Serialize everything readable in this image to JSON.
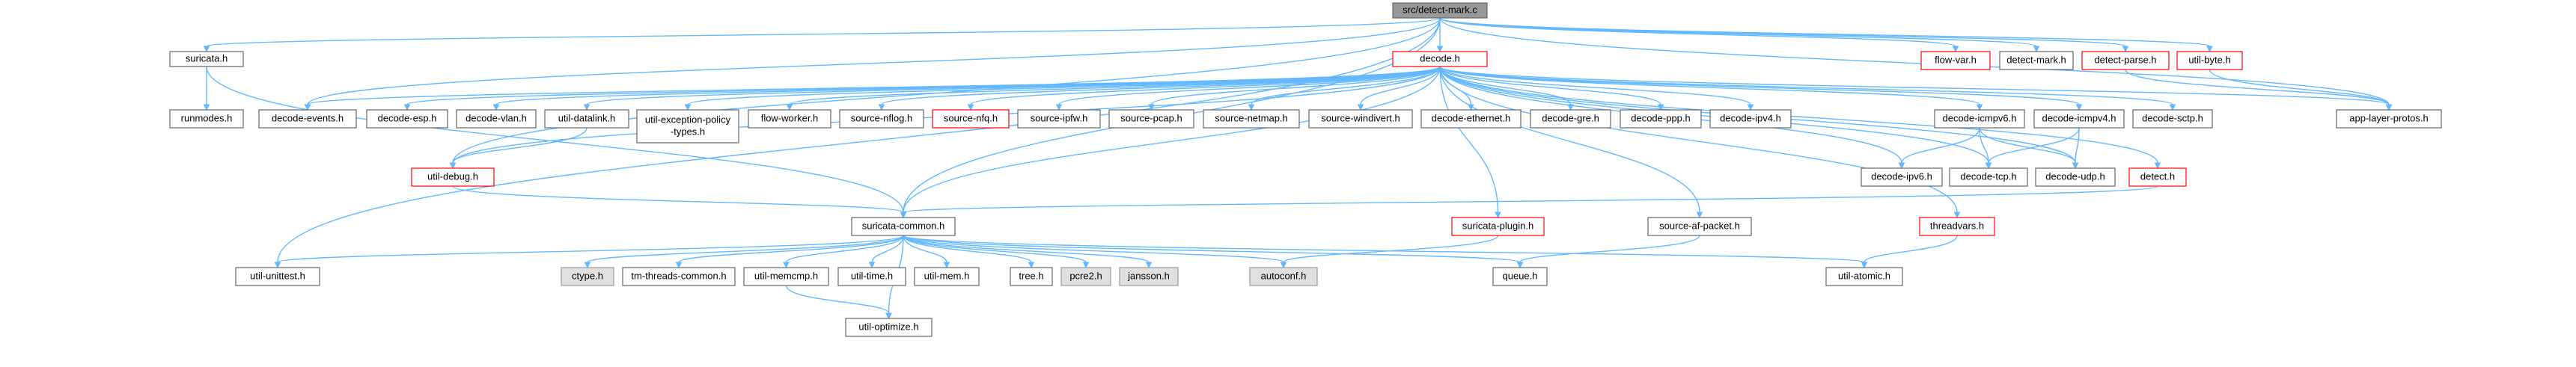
{
  "colors": {
    "edge": "#63b8ff",
    "box_border": "#666666",
    "root_fill": "#999999",
    "red_border": "#ff0000",
    "system_fill": "#e0e0e0"
  },
  "nodes": [
    {
      "id": "detect_mark_c",
      "label": "src/detect-mark.c",
      "style": "root"
    },
    {
      "id": "suricata_h",
      "label": "suricata.h",
      "style": "normal"
    },
    {
      "id": "decode_h",
      "label": "decode.h",
      "style": "red"
    },
    {
      "id": "flow_var_h",
      "label": "flow-var.h",
      "style": "red"
    },
    {
      "id": "detect_mark_h",
      "label": "detect-mark.h",
      "style": "normal"
    },
    {
      "id": "detect_parse_h",
      "label": "detect-parse.h",
      "style": "red"
    },
    {
      "id": "util_byte_h",
      "label": "util-byte.h",
      "style": "red"
    },
    {
      "id": "runmodes_h",
      "label": "runmodes.h",
      "style": "normal"
    },
    {
      "id": "decode_events_h",
      "label": "decode-events.h",
      "style": "normal"
    },
    {
      "id": "decode_esp_h",
      "label": "decode-esp.h",
      "style": "normal"
    },
    {
      "id": "decode_vlan_h",
      "label": "decode-vlan.h",
      "style": "normal"
    },
    {
      "id": "util_datalink_h",
      "label": "util-datalink.h",
      "style": "normal"
    },
    {
      "id": "util_exception_policy_types_h",
      "label": "util-exception-policy\n-types.h",
      "style": "normal"
    },
    {
      "id": "flow_worker_h",
      "label": "flow-worker.h",
      "style": "normal"
    },
    {
      "id": "source_nflog_h",
      "label": "source-nflog.h",
      "style": "normal"
    },
    {
      "id": "source_nfq_h",
      "label": "source-nfq.h",
      "style": "red"
    },
    {
      "id": "source_ipfw_h",
      "label": "source-ipfw.h",
      "style": "normal"
    },
    {
      "id": "source_pcap_h",
      "label": "source-pcap.h",
      "style": "normal"
    },
    {
      "id": "source_netmap_h",
      "label": "source-netmap.h",
      "style": "normal"
    },
    {
      "id": "source_windivert_h",
      "label": "source-windivert.h",
      "style": "normal"
    },
    {
      "id": "decode_ethernet_h",
      "label": "decode-ethernet.h",
      "style": "normal"
    },
    {
      "id": "decode_gre_h",
      "label": "decode-gre.h",
      "style": "normal"
    },
    {
      "id": "decode_ppp_h",
      "label": "decode-ppp.h",
      "style": "normal"
    },
    {
      "id": "decode_ipv4_h",
      "label": "decode-ipv4.h",
      "style": "normal"
    },
    {
      "id": "decode_icmpv6_h",
      "label": "decode-icmpv6.h",
      "style": "normal"
    },
    {
      "id": "decode_icmpv4_h",
      "label": "decode-icmpv4.h",
      "style": "normal"
    },
    {
      "id": "decode_sctp_h",
      "label": "decode-sctp.h",
      "style": "normal"
    },
    {
      "id": "app_layer_protos_h",
      "label": "app-layer-protos.h",
      "style": "normal"
    },
    {
      "id": "util_debug_h",
      "label": "util-debug.h",
      "style": "red"
    },
    {
      "id": "decode_ipv6_h",
      "label": "decode-ipv6.h",
      "style": "normal"
    },
    {
      "id": "decode_tcp_h",
      "label": "decode-tcp.h",
      "style": "normal"
    },
    {
      "id": "decode_udp_h",
      "label": "decode-udp.h",
      "style": "normal"
    },
    {
      "id": "detect_h",
      "label": "detect.h",
      "style": "red"
    },
    {
      "id": "suricata_common_h",
      "label": "suricata-common.h",
      "style": "normal"
    },
    {
      "id": "suricata_plugin_h",
      "label": "suricata-plugin.h",
      "style": "red"
    },
    {
      "id": "source_af_packet_h",
      "label": "source-af-packet.h",
      "style": "normal"
    },
    {
      "id": "threadvars_h",
      "label": "threadvars.h",
      "style": "red"
    },
    {
      "id": "util_unittest_h",
      "label": "util-unittest.h",
      "style": "normal"
    },
    {
      "id": "ctype_h",
      "label": "ctype.h",
      "style": "gray"
    },
    {
      "id": "tm_threads_common_h",
      "label": "tm-threads-common.h",
      "style": "normal"
    },
    {
      "id": "util_memcmp_h",
      "label": "util-memcmp.h",
      "style": "normal"
    },
    {
      "id": "util_time_h",
      "label": "util-time.h",
      "style": "normal"
    },
    {
      "id": "util_mem_h",
      "label": "util-mem.h",
      "style": "normal"
    },
    {
      "id": "tree_h",
      "label": "tree.h",
      "style": "normal"
    },
    {
      "id": "pcre2_h",
      "label": "pcre2.h",
      "style": "gray"
    },
    {
      "id": "jansson_h",
      "label": "jansson.h",
      "style": "gray"
    },
    {
      "id": "autoconf_h",
      "label": "autoconf.h",
      "style": "gray"
    },
    {
      "id": "queue_h",
      "label": "queue.h",
      "style": "normal"
    },
    {
      "id": "util_atomic_h",
      "label": "util-atomic.h",
      "style": "normal"
    },
    {
      "id": "util_optimize_h",
      "label": "util-optimize.h",
      "style": "normal"
    }
  ],
  "edges": [
    [
      "detect_mark_c",
      "suricata_h"
    ],
    [
      "detect_mark_c",
      "decode_h"
    ],
    [
      "detect_mark_c",
      "flow_var_h"
    ],
    [
      "detect_mark_c",
      "detect_mark_h"
    ],
    [
      "detect_mark_c",
      "detect_parse_h"
    ],
    [
      "detect_mark_c",
      "util_byte_h"
    ],
    [
      "detect_mark_c",
      "decode_events_h"
    ],
    [
      "detect_mark_c",
      "util_debug_h"
    ],
    [
      "detect_mark_c",
      "suricata_common_h"
    ],
    [
      "detect_mark_c",
      "util_unittest_h"
    ],
    [
      "detect_mark_c",
      "app_layer_protos_h"
    ],
    [
      "suricata_h",
      "runmodes_h"
    ],
    [
      "suricata_h",
      "suricata_common_h"
    ],
    [
      "decode_h",
      "decode_events_h"
    ],
    [
      "decode_h",
      "decode_esp_h"
    ],
    [
      "decode_h",
      "decode_vlan_h"
    ],
    [
      "decode_h",
      "util_datalink_h"
    ],
    [
      "decode_h",
      "util_exception_policy_types_h"
    ],
    [
      "decode_h",
      "flow_worker_h"
    ],
    [
      "decode_h",
      "source_nflog_h"
    ],
    [
      "decode_h",
      "source_nfq_h"
    ],
    [
      "decode_h",
      "source_ipfw_h"
    ],
    [
      "decode_h",
      "source_pcap_h"
    ],
    [
      "decode_h",
      "source_netmap_h"
    ],
    [
      "decode_h",
      "source_windivert_h"
    ],
    [
      "decode_h",
      "decode_ethernet_h"
    ],
    [
      "decode_h",
      "decode_gre_h"
    ],
    [
      "decode_h",
      "decode_ppp_h"
    ],
    [
      "decode_h",
      "decode_ipv4_h"
    ],
    [
      "decode_h",
      "decode_icmpv6_h"
    ],
    [
      "decode_h",
      "decode_icmpv4_h"
    ],
    [
      "decode_h",
      "decode_sctp_h"
    ],
    [
      "decode_h",
      "app_layer_protos_h"
    ],
    [
      "decode_h",
      "util_debug_h"
    ],
    [
      "decode_h",
      "decode_ipv6_h"
    ],
    [
      "decode_h",
      "decode_tcp_h"
    ],
    [
      "decode_h",
      "decode_udp_h"
    ],
    [
      "decode_h",
      "detect_h"
    ],
    [
      "decode_h",
      "suricata_common_h"
    ],
    [
      "decode_h",
      "suricata_plugin_h"
    ],
    [
      "decode_h",
      "source_af_packet_h"
    ],
    [
      "decode_h",
      "threadvars_h"
    ],
    [
      "detect_parse_h",
      "app_layer_protos_h"
    ],
    [
      "util_byte_h",
      "app_layer_protos_h"
    ],
    [
      "util_datalink_h",
      "util_debug_h"
    ],
    [
      "util_debug_h",
      "suricata_common_h"
    ],
    [
      "decode_icmpv6_h",
      "decode_ipv6_h"
    ],
    [
      "decode_icmpv6_h",
      "decode_tcp_h"
    ],
    [
      "decode_icmpv6_h",
      "decode_udp_h"
    ],
    [
      "decode_icmpv4_h",
      "decode_tcp_h"
    ],
    [
      "decode_icmpv4_h",
      "decode_udp_h"
    ],
    [
      "detect_h",
      "suricata_common_h"
    ],
    [
      "suricata_plugin_h",
      "autoconf_h"
    ],
    [
      "source_af_packet_h",
      "queue_h"
    ],
    [
      "threadvars_h",
      "util_atomic_h"
    ],
    [
      "suricata_common_h",
      "util_unittest_h"
    ],
    [
      "suricata_common_h",
      "ctype_h"
    ],
    [
      "suricata_common_h",
      "tm_threads_common_h"
    ],
    [
      "suricata_common_h",
      "util_memcmp_h"
    ],
    [
      "suricata_common_h",
      "util_time_h"
    ],
    [
      "suricata_common_h",
      "util_mem_h"
    ],
    [
      "suricata_common_h",
      "tree_h"
    ],
    [
      "suricata_common_h",
      "pcre2_h"
    ],
    [
      "suricata_common_h",
      "jansson_h"
    ],
    [
      "suricata_common_h",
      "autoconf_h"
    ],
    [
      "suricata_common_h",
      "queue_h"
    ],
    [
      "suricata_common_h",
      "util_atomic_h"
    ],
    [
      "suricata_common_h",
      "util_optimize_h"
    ],
    [
      "util_memcmp_h",
      "util_optimize_h"
    ]
  ]
}
